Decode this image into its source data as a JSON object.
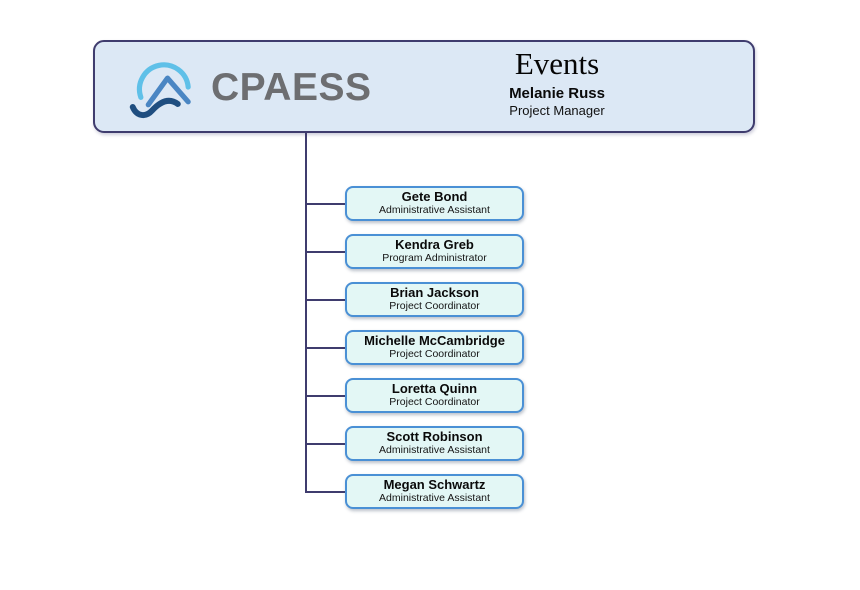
{
  "colors": {
    "connector": "#3f3c6e",
    "header_fill": "#dce8f5",
    "header_border": "#3f3c6e",
    "node_fill": "#e3f7f5",
    "node_border": "#4a90d5",
    "logo_text": "#6d6e71",
    "logo_arc": "#5fc0e8",
    "logo_mountain": "#4a86c3",
    "logo_wave": "#1f4e80"
  },
  "header": {
    "logo_text": "CPAESS",
    "department": "Events",
    "manager": {
      "name": "Melanie Russ",
      "title": "Project Manager"
    }
  },
  "employees": [
    {
      "name": "Gete Bond",
      "title": "Administrative Assistant"
    },
    {
      "name": "Kendra Greb",
      "title": "Program Administrator"
    },
    {
      "name": "Brian Jackson",
      "title": "Project Coordinator"
    },
    {
      "name": "Michelle McCambridge",
      "title": "Project Coordinator"
    },
    {
      "name": "Loretta Quinn",
      "title": "Project Coordinator"
    },
    {
      "name": "Scott Robinson",
      "title": "Administrative Assistant"
    },
    {
      "name": "Megan Schwartz",
      "title": "Administrative Assistant"
    }
  ]
}
